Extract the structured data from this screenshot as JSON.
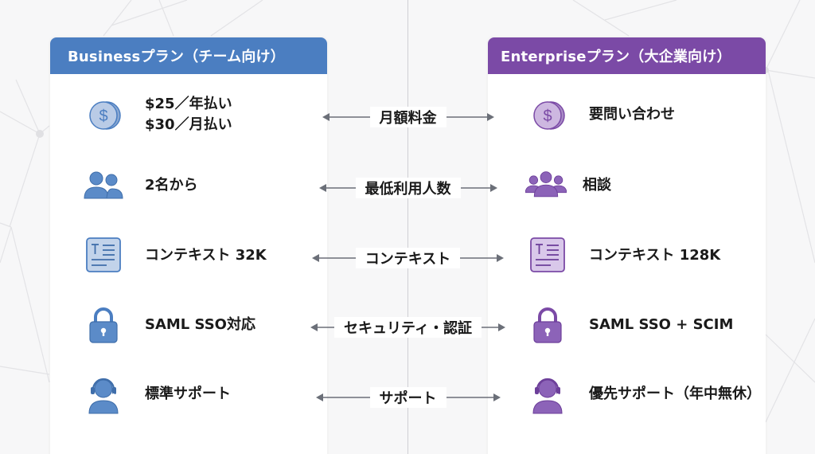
{
  "colors": {
    "business_accent": "#4b7ec1",
    "enterprise_accent": "#7b4aa6",
    "arrow": "#6b6f78",
    "text": "#1a1a1a"
  },
  "business": {
    "title": "Businessプラン（チーム向け）",
    "items": [
      {
        "icon": "dollar-coin-icon",
        "lines": [
          "$25／年払い",
          "$30／月払い"
        ]
      },
      {
        "icon": "two-users-icon",
        "lines": [
          "2名から"
        ]
      },
      {
        "icon": "document-text-icon",
        "lines": [
          "コンテキスト 32K"
        ]
      },
      {
        "icon": "lock-icon",
        "lines": [
          "SAML SSO対応"
        ]
      },
      {
        "icon": "headset-support-icon",
        "lines": [
          "標準サポート"
        ]
      }
    ]
  },
  "enterprise": {
    "title": "Enterpriseプラン（大企業向け）",
    "items": [
      {
        "icon": "dollar-coin-icon",
        "lines": [
          "要問い合わせ"
        ]
      },
      {
        "icon": "group-users-icon",
        "lines": [
          "相談"
        ]
      },
      {
        "icon": "document-text-icon",
        "lines": [
          "コンテキスト 128K"
        ]
      },
      {
        "icon": "lock-icon",
        "lines": [
          "SAML SSO + SCIM"
        ]
      },
      {
        "icon": "headset-support-icon",
        "lines": [
          "優先サポート（年中無休）"
        ]
      }
    ]
  },
  "categories": [
    {
      "label": "月額料金"
    },
    {
      "label": "最低利用人数"
    },
    {
      "label": "コンテキスト"
    },
    {
      "label": "セキュリティ・認証"
    },
    {
      "label": "サポート"
    }
  ]
}
